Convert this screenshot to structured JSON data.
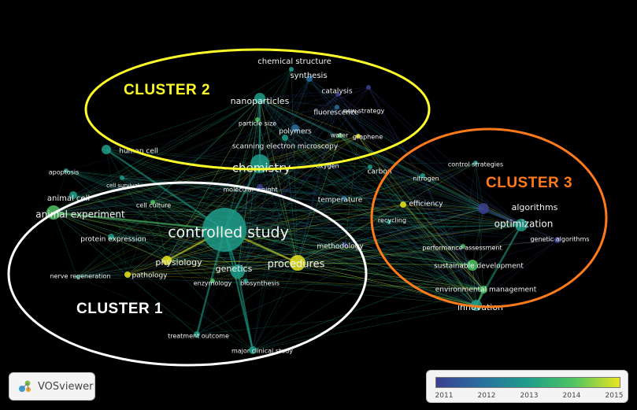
{
  "clusters": [
    {
      "label": "CLUSTER 1",
      "color": "#ffffff"
    },
    {
      "label": "CLUSTER 2",
      "color": "#ffff2a"
    },
    {
      "label": "CLUSTER 3",
      "color": "#ff7a1a"
    }
  ],
  "brand": {
    "name": "VOSviewer",
    "icon": "vosviewer-logo-icon"
  },
  "legend": {
    "ticks": [
      "2011",
      "2012",
      "2013",
      "2014",
      "2015"
    ],
    "colors": [
      "#3b3f8f",
      "#2a6f9e",
      "#1f9e8a",
      "#4fc462",
      "#e9e51f"
    ]
  },
  "terms": [
    {
      "label": "chemical structure"
    },
    {
      "label": "synthesis"
    },
    {
      "label": "catalysis"
    },
    {
      "label": "nanoparticles"
    },
    {
      "label": "new strategy"
    },
    {
      "label": "fluorescence"
    },
    {
      "label": "particle size"
    },
    {
      "label": "polymers"
    },
    {
      "label": "water"
    },
    {
      "label": "graphene"
    },
    {
      "label": "human cell"
    },
    {
      "label": "scanning electron microscopy"
    },
    {
      "label": "chemistry"
    },
    {
      "label": "oxygen"
    },
    {
      "label": "carbon"
    },
    {
      "label": "apoptosis"
    },
    {
      "label": "cell survival"
    },
    {
      "label": "molecular weight"
    },
    {
      "label": "animal cell"
    },
    {
      "label": "cell culture"
    },
    {
      "label": "temperature"
    },
    {
      "label": "animal experiment"
    },
    {
      "label": "controlled study"
    },
    {
      "label": "protein expression"
    },
    {
      "label": "methodology"
    },
    {
      "label": "physiology"
    },
    {
      "label": "genetics"
    },
    {
      "label": "procedures"
    },
    {
      "label": "nerve regeneration"
    },
    {
      "label": "pathology"
    },
    {
      "label": "enzymology"
    },
    {
      "label": "biosynthesis"
    },
    {
      "label": "treatment outcome"
    },
    {
      "label": "major clinical study"
    },
    {
      "label": "control strategies"
    },
    {
      "label": "nitrogen"
    },
    {
      "label": "efficiency"
    },
    {
      "label": "algorithms"
    },
    {
      "label": "recycling"
    },
    {
      "label": "optimization"
    },
    {
      "label": "genetic algorithms"
    },
    {
      "label": "performance assessment"
    },
    {
      "label": "sustainable development"
    },
    {
      "label": "environmental management"
    },
    {
      "label": "innovation"
    }
  ]
}
